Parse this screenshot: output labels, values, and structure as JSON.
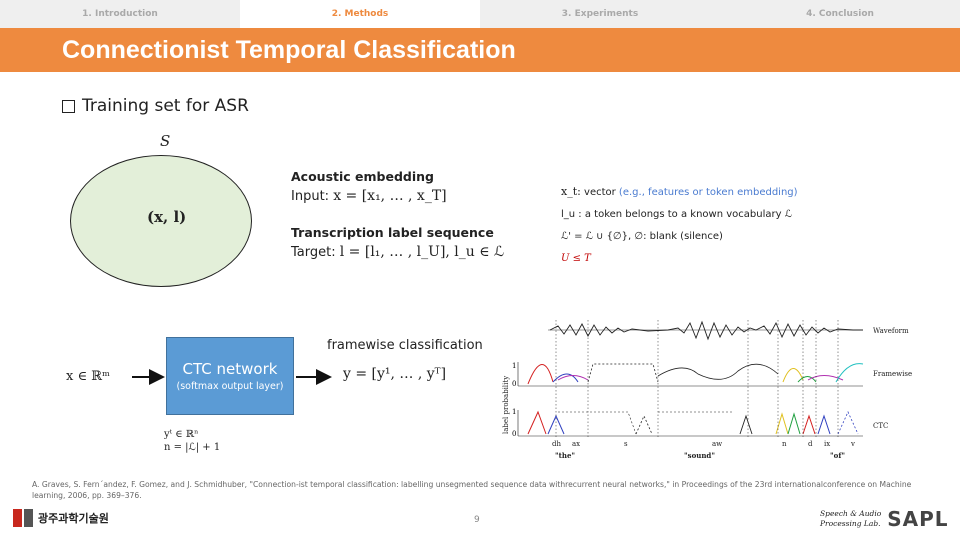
{
  "tabs": [
    "1. Introduction",
    "2. Methods",
    "3. Experiments",
    "4. Conclusion"
  ],
  "active_tab_index": 1,
  "title": "Connectionist Temporal Classification",
  "bullet": "Training set for ASR",
  "set_label": "S",
  "ellipse_label": "(x, l)",
  "acoustic": {
    "heading": "Acoustic embedding",
    "prefix": "Input:",
    "formula": "x = [x₁, … , x_T]"
  },
  "transcription": {
    "heading": "Transcription label sequence",
    "prefix": "Target:",
    "formula": "l = [l₁, … , l_U], l_u ∈ ℒ"
  },
  "notes": {
    "line1_math": "x_t:",
    "line1_text": " vector",
    "line1_blue": " (e.g., features or token embedding)",
    "line2": "l_u : a token belongs to a known vocabulary ℒ",
    "line3": "ℒ' = ℒ ∪ {∅}, ∅: blank (silence)",
    "line4": "U ≤ T"
  },
  "input_label": "x ∈ ℝᵐ",
  "network": {
    "title": "CTC network",
    "subtitle": "(softmax output layer)"
  },
  "framewise_label": "framewise classification",
  "output_formula": "y = [y¹, … , yᵀ]",
  "dims": {
    "line1": "yᵗ ∈ ℝⁿ",
    "line2": "n = |ℒ| + 1"
  },
  "figure": {
    "ylabel": "label probability",
    "rows": [
      "Waveform",
      "Framewise",
      "CTC"
    ],
    "ticks": [
      "1",
      "0",
      "1",
      "0"
    ],
    "phonemes": [
      "dh",
      "ax",
      "s",
      "aw",
      "n",
      "d",
      "ix",
      "v"
    ],
    "words": [
      "\"the\"",
      "\"sound\"",
      "\"of\""
    ]
  },
  "citation": "A. Graves, S. Fern´andez, F. Gomez, and J. Schmidhuber, \"Connection-ist temporal classification: labelling unsegmented sequence data withrecurrent neural networks,\" in Proceedings of the 23rd internationalconference on Machine learning, 2006, pp. 369–376.",
  "page_number": "9",
  "logo_left_text": "광주과학기술원",
  "logo_right_text": [
    "Speech & Audio",
    "Processing Lab."
  ],
  "logo_right_mark": "SAPL",
  "colors": {
    "accent": "#ee8a3f",
    "box": "#5b9bd5",
    "ellipse": "#e3efd9",
    "blue_note": "#4a7bd0",
    "red_note": "#c00000"
  }
}
